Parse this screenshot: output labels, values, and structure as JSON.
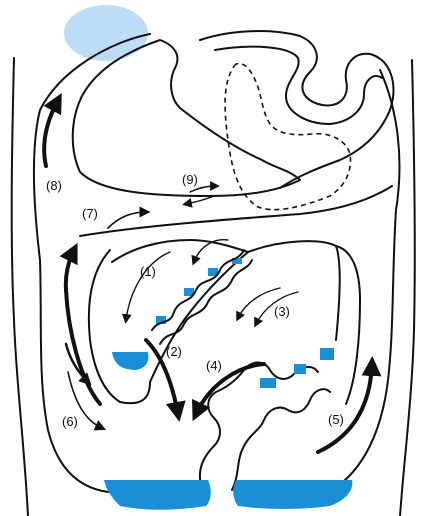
{
  "labels": [
    "(1)",
    "(2)",
    "(3)",
    "(4)",
    "(5)",
    "(6)",
    "(7)",
    "(8)",
    "(9)"
  ],
  "colors": {
    "fluid": "#1a8fd8",
    "subphrenic_spot": "#bcdcf7",
    "outline": "#111111",
    "background": "#ffffff"
  }
}
